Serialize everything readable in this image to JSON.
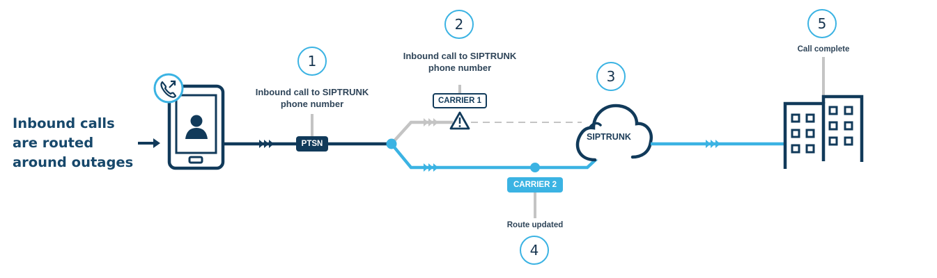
{
  "headline": [
    "Inbound calls",
    "are routed",
    "around outages"
  ],
  "steps": [
    {
      "number": "1",
      "label": [
        "Inbound call to SIPTRUNK",
        "phone number"
      ]
    },
    {
      "number": "2",
      "label": [
        "Inbound call to SIPTRUNK",
        "phone number"
      ]
    },
    {
      "number": "3",
      "label": []
    },
    {
      "number": "4",
      "label": [
        "Route updated"
      ]
    },
    {
      "number": "5",
      "label": [
        "Call complete"
      ]
    }
  ],
  "badges": {
    "ptsn": "PTSN",
    "carrier1": "CARRIER 1",
    "carrier2": "CARRIER 2"
  },
  "cloud_label": "SIPTRUNK",
  "icons": {
    "phone": "smartphone-with-contact-icon",
    "call_badge": "outgoing-call-icon",
    "warning": "warning-triangle-icon",
    "cloud": "cloud-icon",
    "building": "office-building-icon"
  },
  "colors": {
    "navy": "#113a5a",
    "sky": "#3bb3e3",
    "gray": "#c4c4c4",
    "text": "#2f4559"
  }
}
